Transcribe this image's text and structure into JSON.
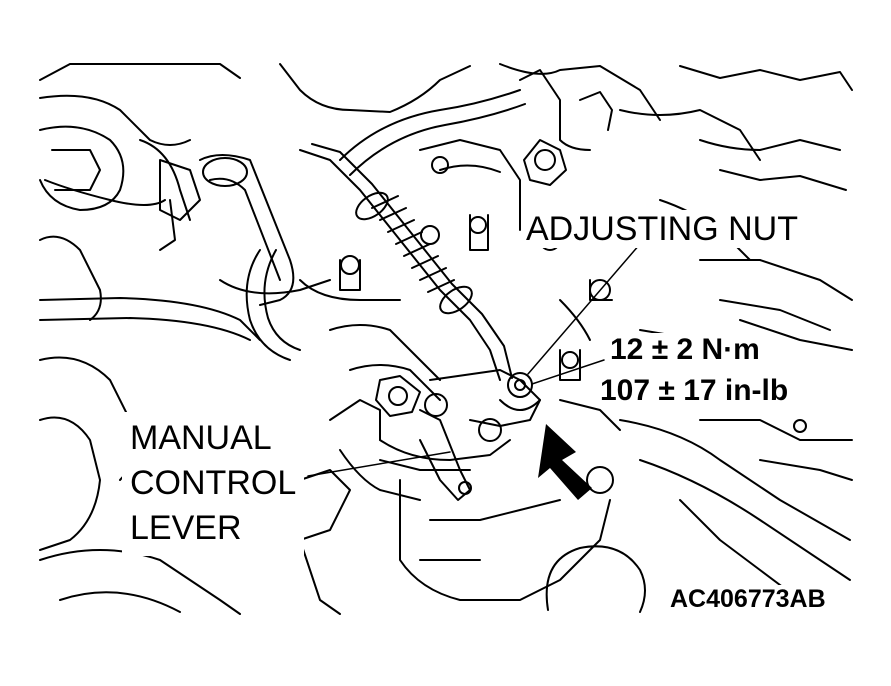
{
  "labels": {
    "adjusting_nut": "ADJUSTING NUT",
    "torque_metric": "12 ± 2 N·m",
    "torque_imperial": "107 ± 17 in-lb",
    "manual_control_lever": [
      "MANUAL",
      "CONTROL",
      "LEVER"
    ],
    "figure_id": "AC406773AB"
  }
}
